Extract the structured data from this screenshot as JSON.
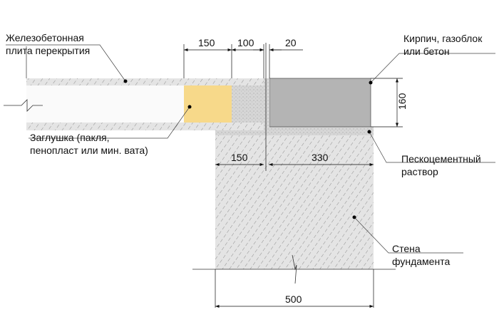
{
  "labels": {
    "slab": [
      "Железобетонная",
      "плита перекрытия"
    ],
    "plug": [
      "Заглушка (пакля,",
      "пенопласт или мин. вата)"
    ],
    "brick": [
      "Кирпич, газоблок",
      "или бетон"
    ],
    "mortar": [
      "Пескоцементный",
      "раствор"
    ],
    "wall": [
      "Стена",
      "фундамента"
    ]
  },
  "dimensions": {
    "plug_width": "150",
    "concrete_fill": "100",
    "gap": "20",
    "brick_height": "160",
    "slab_bearing": "150",
    "brick_bearing": "330",
    "wall_width": "500"
  },
  "colors": {
    "plug": "#f7d98a",
    "brick": "#b4b4b4",
    "concrete": "#d8d8d8",
    "hatch_fill": "#e6e6e6"
  }
}
